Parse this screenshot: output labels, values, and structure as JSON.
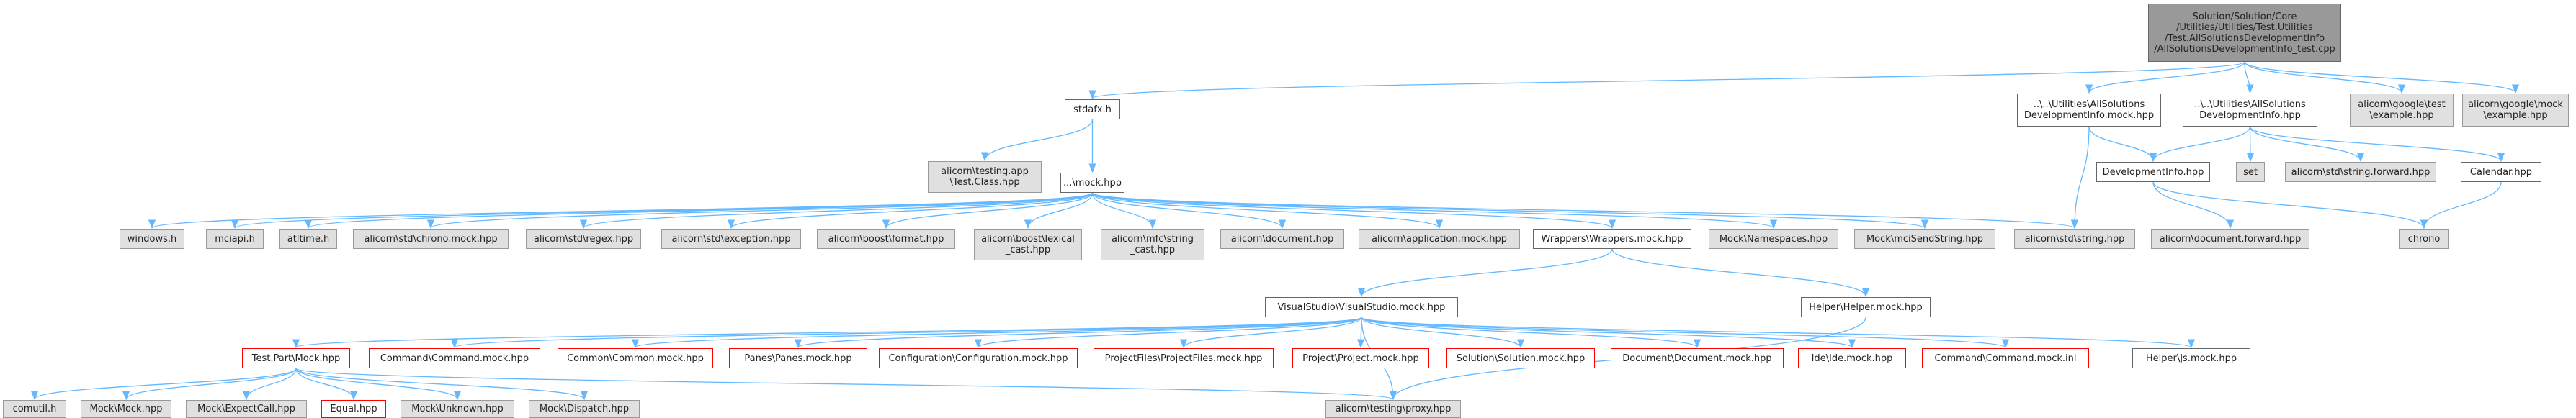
{
  "colors": {
    "edge": "#63b8ff",
    "root_fill": "#999999",
    "gray_fill": "#e0e0e0",
    "incomplete_border": "#ff0000",
    "border": "#666666"
  },
  "nodes": {
    "root": "Solution/Solution/Core\n/Utilities/Utilities/Test.Utilities\n/Test.AllSolutionsDevelopmentInfo\n/AllSolutionsDevelopmentInfo_test.cpp",
    "stdafx": "stdafx.h",
    "testing_app": "alicorn\\testing.app\n\\Test.Class.hpp",
    "mock": "...\\mock.hpp",
    "windows": "windows.h",
    "mciapi": "mciapi.h",
    "atltime": "atltime.h",
    "chrono_mock": "alicorn\\std\\chrono.mock.hpp",
    "regex": "alicorn\\std\\regex.hpp",
    "exception": "alicorn\\std\\exception.hpp",
    "boost_format": "alicorn\\boost\\format.hpp",
    "boost_lexical": "alicorn\\boost\\lexical\n_cast.hpp",
    "mfc_string": "alicorn\\mfc\\string\n_cast.hpp",
    "document": "alicorn\\document.hpp",
    "application_mock": "alicorn\\application.mock.hpp",
    "wrappers_mock": "Wrappers\\Wrappers.mock.hpp",
    "mock_namespaces": "Mock\\Namespaces.hpp",
    "mci_send_string": "Mock\\mciSendString.hpp",
    "std_string": "alicorn\\std\\string.hpp",
    "as_dev_info_mock": "..\\..\\Utilities\\AllSolutions\nDevelopmentInfo.mock.hpp",
    "as_dev_info": "..\\..\\Utilities\\AllSolutions\nDevelopmentInfo.hpp",
    "google_test": "alicorn\\google\\test\n\\example.hpp",
    "google_mock": "alicorn\\google\\mock\n\\example.hpp",
    "development_info": "DevelopmentInfo.hpp",
    "set": "set",
    "string_forward": "alicorn\\std\\string.forward.hpp",
    "calendar": "Calendar.hpp",
    "document_forward": "alicorn\\document.forward.hpp",
    "chrono": "chrono",
    "vs_mock": "VisualStudio\\VisualStudio.mock.hpp",
    "helper_mock": "Helper\\Helper.mock.hpp",
    "testpart_mock": "Test.Part\\Mock.hpp",
    "command_mock": "Command\\Command.mock.hpp",
    "common_mock": "Common\\Common.mock.hpp",
    "panes_mock": "Panes\\Panes.mock.hpp",
    "config_mock": "Configuration\\Configuration.mock.hpp",
    "projectfiles_mock": "ProjectFiles\\ProjectFiles.mock.hpp",
    "project_mock": "Project\\Project.mock.hpp",
    "solution_mock": "Solution\\Solution.mock.hpp",
    "document_mock": "Document\\Document.mock.hpp",
    "ide_mock": "Ide\\Ide.mock.hpp",
    "command_mock_inl": "Command\\Command.mock.inl",
    "helper_js": "Helper\\Js.mock.hpp",
    "comutil": "comutil.h",
    "mock_mock": "Mock\\Mock.hpp",
    "expect_call": "Mock\\ExpectCall.hpp",
    "equal": "Equal.hpp",
    "unknown": "Mock\\Unknown.hpp",
    "dispatch": "Mock\\Dispatch.hpp",
    "testing_proxy": "alicorn\\testing\\proxy.hpp"
  },
  "edges": [
    [
      "root",
      "stdafx"
    ],
    [
      "root",
      "as_dev_info_mock"
    ],
    [
      "root",
      "as_dev_info"
    ],
    [
      "root",
      "google_test"
    ],
    [
      "root",
      "google_mock"
    ],
    [
      "stdafx",
      "testing_app"
    ],
    [
      "stdafx",
      "mock"
    ],
    [
      "mock",
      "windows"
    ],
    [
      "mock",
      "mciapi"
    ],
    [
      "mock",
      "atltime"
    ],
    [
      "mock",
      "chrono_mock"
    ],
    [
      "mock",
      "regex"
    ],
    [
      "mock",
      "exception"
    ],
    [
      "mock",
      "boost_format"
    ],
    [
      "mock",
      "boost_lexical"
    ],
    [
      "mock",
      "mfc_string"
    ],
    [
      "mock",
      "document"
    ],
    [
      "mock",
      "application_mock"
    ],
    [
      "mock",
      "wrappers_mock"
    ],
    [
      "mock",
      "mock_namespaces"
    ],
    [
      "mock",
      "mci_send_string"
    ],
    [
      "mock",
      "std_string"
    ],
    [
      "as_dev_info_mock",
      "development_info"
    ],
    [
      "as_dev_info_mock",
      "std_string"
    ],
    [
      "as_dev_info",
      "development_info"
    ],
    [
      "as_dev_info",
      "set"
    ],
    [
      "as_dev_info",
      "string_forward"
    ],
    [
      "as_dev_info",
      "calendar"
    ],
    [
      "development_info",
      "document_forward"
    ],
    [
      "development_info",
      "chrono"
    ],
    [
      "calendar",
      "chrono"
    ],
    [
      "wrappers_mock",
      "vs_mock"
    ],
    [
      "wrappers_mock",
      "helper_mock"
    ],
    [
      "vs_mock",
      "testpart_mock"
    ],
    [
      "vs_mock",
      "command_mock"
    ],
    [
      "vs_mock",
      "common_mock"
    ],
    [
      "vs_mock",
      "panes_mock"
    ],
    [
      "vs_mock",
      "config_mock"
    ],
    [
      "vs_mock",
      "projectfiles_mock"
    ],
    [
      "vs_mock",
      "project_mock"
    ],
    [
      "vs_mock",
      "solution_mock"
    ],
    [
      "vs_mock",
      "document_mock"
    ],
    [
      "vs_mock",
      "ide_mock"
    ],
    [
      "vs_mock",
      "command_mock_inl"
    ],
    [
      "vs_mock",
      "helper_js"
    ],
    [
      "vs_mock",
      "testing_proxy"
    ],
    [
      "helper_mock",
      "testing_proxy"
    ],
    [
      "testpart_mock",
      "comutil"
    ],
    [
      "testpart_mock",
      "mock_mock"
    ],
    [
      "testpart_mock",
      "expect_call"
    ],
    [
      "testpart_mock",
      "equal"
    ],
    [
      "testpart_mock",
      "unknown"
    ],
    [
      "testpart_mock",
      "dispatch"
    ],
    [
      "testpart_mock",
      "testing_proxy"
    ]
  ]
}
